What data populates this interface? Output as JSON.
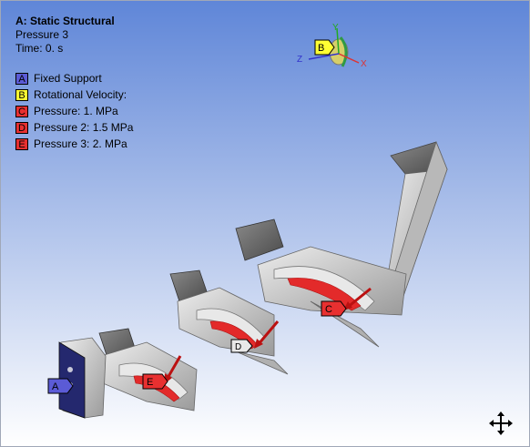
{
  "analysis": {
    "title": "A: Static Structural",
    "subtitle": "Pressure 3",
    "time": "Time: 0. s"
  },
  "legend": [
    {
      "letter": "A",
      "label": "Fixed Support",
      "color": "#5b5bd6",
      "text_color": "#000000"
    },
    {
      "letter": "B",
      "label": "Rotational Velocity:",
      "color": "#ffff33",
      "text_color": "#000000"
    },
    {
      "letter": "C",
      "label": "Pressure: 1. MPa",
      "color": "#e83030",
      "text_color": "#000000"
    },
    {
      "letter": "D",
      "label": "Pressure 2: 1.5 MPa",
      "color": "#e83030",
      "text_color": "#000000"
    },
    {
      "letter": "E",
      "label": "Pressure 3: 2. MPa",
      "color": "#e83030",
      "text_color": "#000000"
    }
  ],
  "triad": {
    "x_label": "X",
    "y_label": "Y",
    "z_label": "Z",
    "b_tag": "B"
  },
  "model_tags": {
    "a": "A",
    "c": "C",
    "d": "D",
    "e": "E"
  },
  "icons": {
    "pan": "pan-move-icon"
  }
}
